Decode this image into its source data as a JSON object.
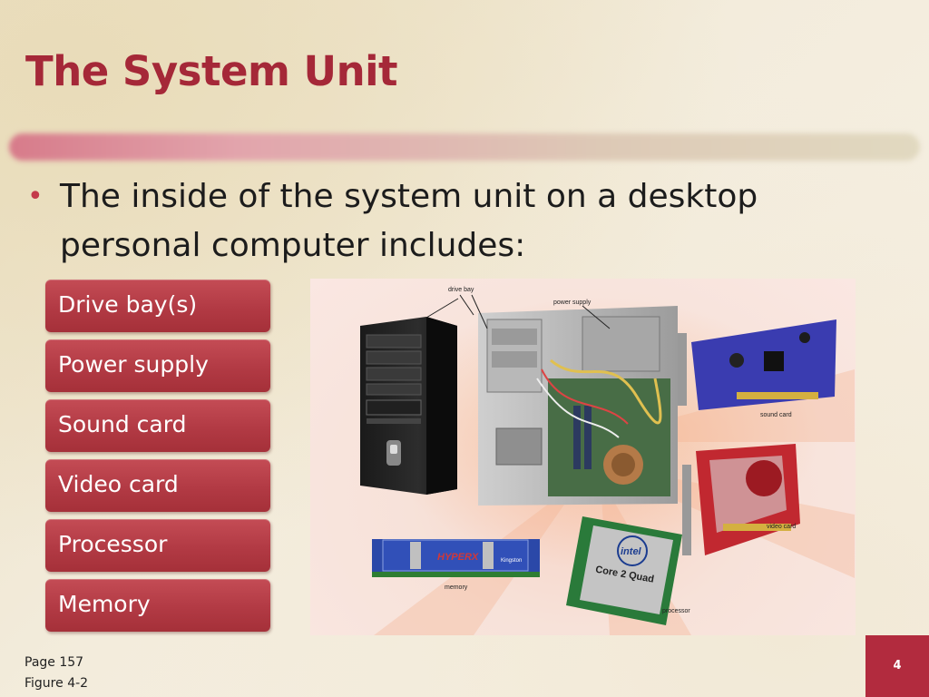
{
  "slide": {
    "title": "The System Unit",
    "bullet": "The inside of the system unit on a desktop personal computer includes:",
    "items": [
      "Drive bay(s)",
      "Power supply",
      "Sound card",
      "Video card",
      "Processor",
      "Memory"
    ],
    "footer": {
      "page": "Page 157",
      "figure": "Figure 4-2"
    },
    "slide_number": "4"
  },
  "figure_labels": {
    "drive_bay": "drive bay",
    "power_supply": "power supply",
    "sound_card": "sound card",
    "video_card": "video card",
    "memory": "memory",
    "processor": "processor",
    "chip_brand": "intel",
    "chip_model": "Core 2 Quad",
    "ram_brand": "HYPERX",
    "ram_maker": "Kingston"
  },
  "colors": {
    "title": "#a52838",
    "accent": "#b22b3e",
    "item": "#b23a44"
  }
}
